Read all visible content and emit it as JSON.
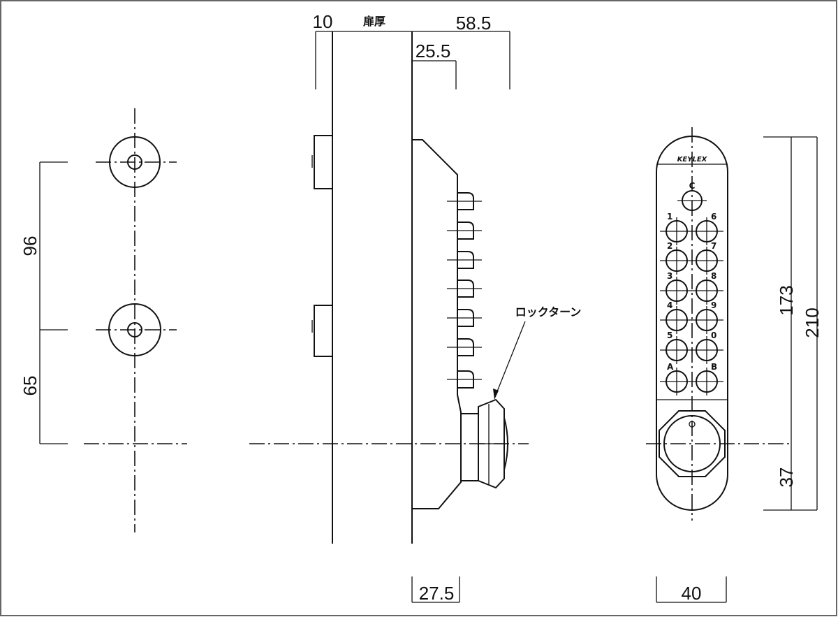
{
  "drawing": {
    "dimensions": {
      "door_plate_thickness": "10",
      "door_thickness_label": "扉厚",
      "total_depth": "58.5",
      "button_depth": "25.5",
      "body_depth": "27.5",
      "hole_spacing": "96",
      "lower_hole_to_center": "65",
      "keypad_width": "40",
      "upper_height": "173",
      "total_height": "210",
      "lower_height": "37"
    },
    "annotation": "ロックターン",
    "logo": "KEYLEX",
    "keys": {
      "top": "C",
      "left": [
        "1",
        "2",
        "3",
        "4",
        "5",
        "A"
      ],
      "right": [
        "6",
        "7",
        "8",
        "9",
        "0",
        "B"
      ]
    }
  }
}
